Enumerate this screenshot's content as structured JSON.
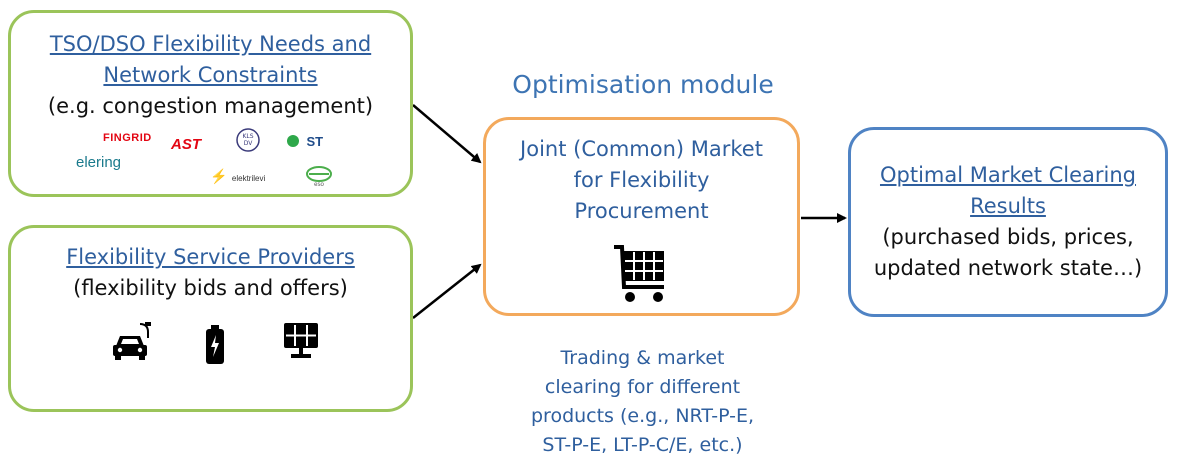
{
  "optimisation_title": "Optimisation module",
  "tso_box": {
    "title_line1": "TSO/DSO Flexibility Needs and",
    "title_line2": "Network Constraints",
    "subtitle": "(e.g. congestion management)",
    "logos": [
      "FINGRID",
      "AST",
      "ST",
      "elering",
      "elektrilevi",
      "eso"
    ]
  },
  "fsp_box": {
    "title": "Flexibility Service Providers",
    "subtitle": "(flexibility bids and offers)",
    "icons": [
      "electric-car-charging-icon",
      "battery-icon",
      "solar-panel-icon"
    ]
  },
  "joint_market_box": {
    "line1": "Joint (Common) Market",
    "line2": "for Flexibility",
    "line3": "Procurement",
    "icon": "shopping-cart-icon"
  },
  "results_box": {
    "title_line1": "Optimal Market Clearing",
    "title_line2": "Results",
    "desc_line1": "(purchased bids, prices,",
    "desc_line2": "updated network state…)"
  },
  "trading_text": {
    "line1": "Trading & market",
    "line2": "clearing for different",
    "line3": "products (e.g., NRT-P-E,",
    "line4": "ST-P-E, LT-P-C/E, etc.)"
  },
  "colors": {
    "green_border": "#9bc45a",
    "orange_border": "#f3a95c",
    "blue_border": "#4f83c4",
    "link_blue": "#2f5f9e",
    "fingrid_red": "#e30613",
    "elering_teal": "#1a7a8c",
    "st_green": "#2ea84a"
  }
}
